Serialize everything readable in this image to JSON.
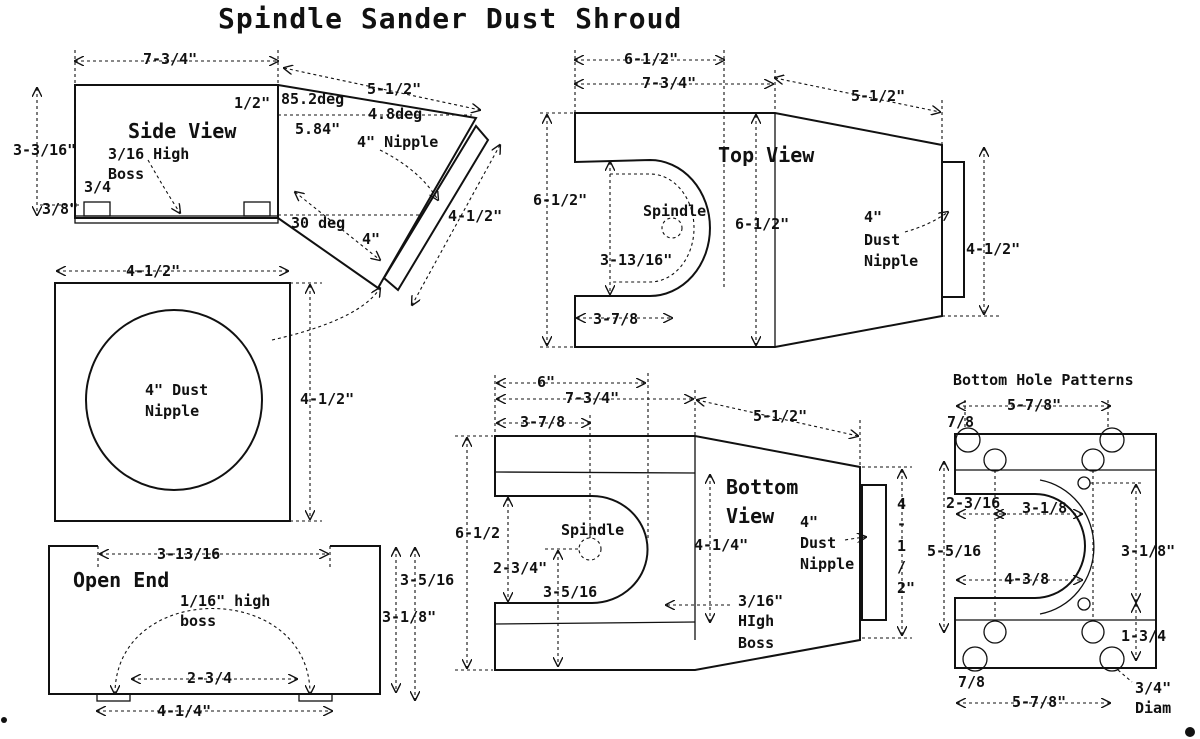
{
  "title": "Spindle Sander Dust Shroud",
  "side_view": {
    "heading": "Side View",
    "dims": {
      "length": "7-3/4\"",
      "height": "3-3/16\"",
      "boss_width": "3/4",
      "boss_height": "3/8\"",
      "rise": "1/2\"",
      "angle1": "85.2deg",
      "angle2": "4.8deg",
      "horiz": "5.84\"",
      "slope_len": "5-1/2\"",
      "nipple_len": "4-1/2\"",
      "angle3": "30 deg",
      "offset": "4\""
    },
    "notes": {
      "boss": [
        "3/16 High",
        "Boss"
      ],
      "nipple": "4\" Nipple"
    }
  },
  "nipple_view": {
    "label": [
      "4\" Dust",
      "Nipple"
    ],
    "width": "4-1/2\"",
    "height": "4-1/2\""
  },
  "open_end": {
    "heading": "Open End",
    "opening": "3-13/16",
    "height1": "3-5/16",
    "height2": "3-1/8\"",
    "boss_note": [
      "1/16\" high",
      "boss"
    ],
    "inner": "2-3/4",
    "outer": "4-1/4\""
  },
  "top_view": {
    "heading": "Top View",
    "dims": {
      "top1": "6-1/2\"",
      "top2": "7-3/4\"",
      "slope": "5-1/2\"",
      "height": "6-1/2\"",
      "inner_height": "6-1/2\"",
      "slot": "3-13/16\"",
      "slot_depth": "3-7/8",
      "nipple": "4-1/2\""
    },
    "spindle": "Spindle",
    "nipple_label": [
      "4\"",
      "Dust",
      "Nipple"
    ]
  },
  "bottom_view": {
    "heading": [
      "Bottom",
      "View"
    ],
    "dims": {
      "top1": "6\"",
      "top2": "7-3/4\"",
      "slot_depth": "3-7/8",
      "slope": "5-1/2\"",
      "height": "6-1/2",
      "slot": "2-3/4\"",
      "radius": "3-5/16",
      "inner": "4-1/4\"",
      "nipple_chars": [
        "4",
        "-",
        "1",
        "/",
        "2\""
      ]
    },
    "spindle": "Spindle",
    "nipple_label": [
      "4\"",
      "Dust",
      "Nipple"
    ],
    "boss_note": [
      "3/16\"",
      "HIgh",
      "Boss"
    ]
  },
  "hole_patterns": {
    "heading": "Bottom Hole Patterns",
    "dims": {
      "top": "5-7/8\"",
      "left_top": "7/8",
      "a": "2-3/16",
      "b": "3-1/8",
      "height": "5-5/16",
      "c": "4-3/8",
      "right": "3-1/8\"",
      "right_low": "1-3/4",
      "left_bottom": "7/8",
      "bottom": "5-7/8\"",
      "diam": [
        "3/4\"",
        "Diam"
      ]
    }
  }
}
